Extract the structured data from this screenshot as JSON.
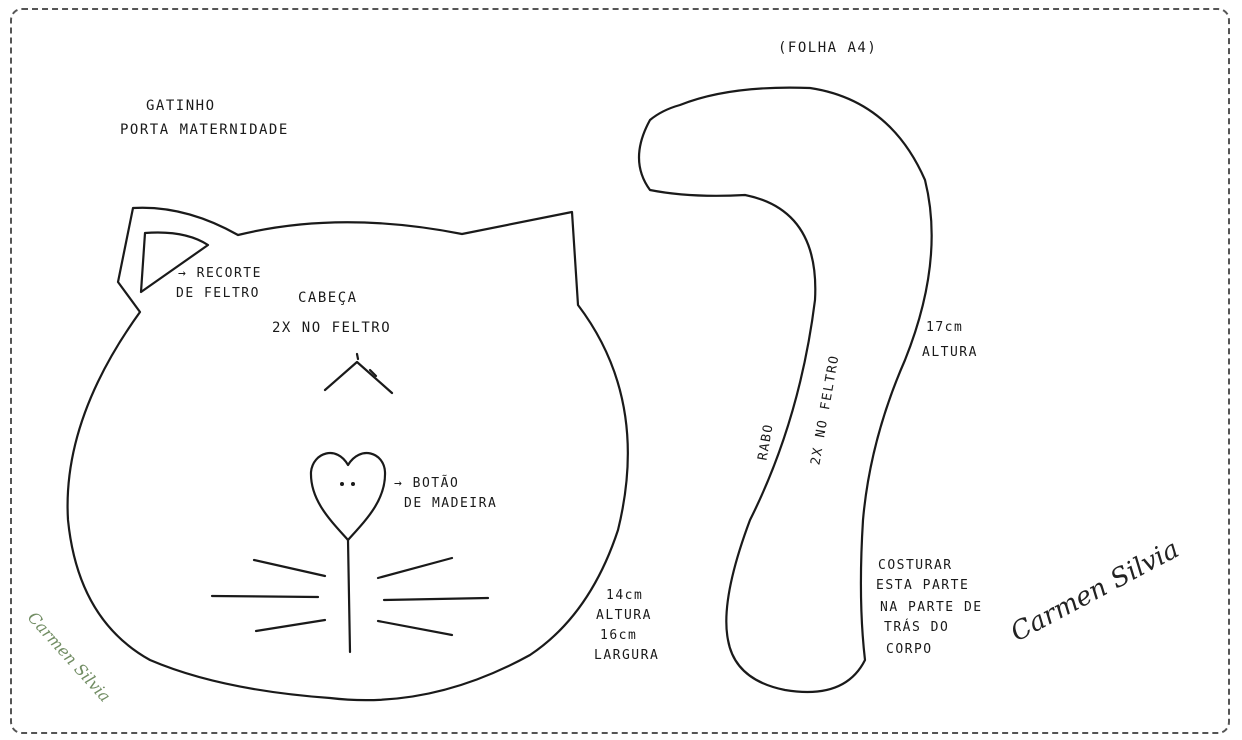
{
  "sheet": {
    "format_note": "(FOLHA A4)",
    "title_line1": "GATINHO",
    "title_line2": "PORTA MATERNIDADE"
  },
  "head": {
    "ear_note_line1": "→ RECORTE",
    "ear_note_line2": "DE FELTRO",
    "name": "CABEÇA",
    "cut_instruction": "2X NO FELTRO",
    "button_note_line1": "→ BOTÃO",
    "button_note_line2": "DE MADEIRA",
    "size_line1": "14cm",
    "size_line2": "ALTURA",
    "size_line3": "16cm",
    "size_line4": "LARGURA"
  },
  "tail": {
    "name": "RABO",
    "cut_instruction": "2X NO FELTRO",
    "size_line1": "17cm",
    "size_line2": "ALTURA",
    "sew_note_line1": "COSTURAR",
    "sew_note_line2": "ESTA PARTE",
    "sew_note_line3": "NA PARTE DE",
    "sew_note_line4": "TRÁS DO",
    "sew_note_line5": "CORPO"
  },
  "signature": {
    "text": "Carmen Silvia"
  }
}
